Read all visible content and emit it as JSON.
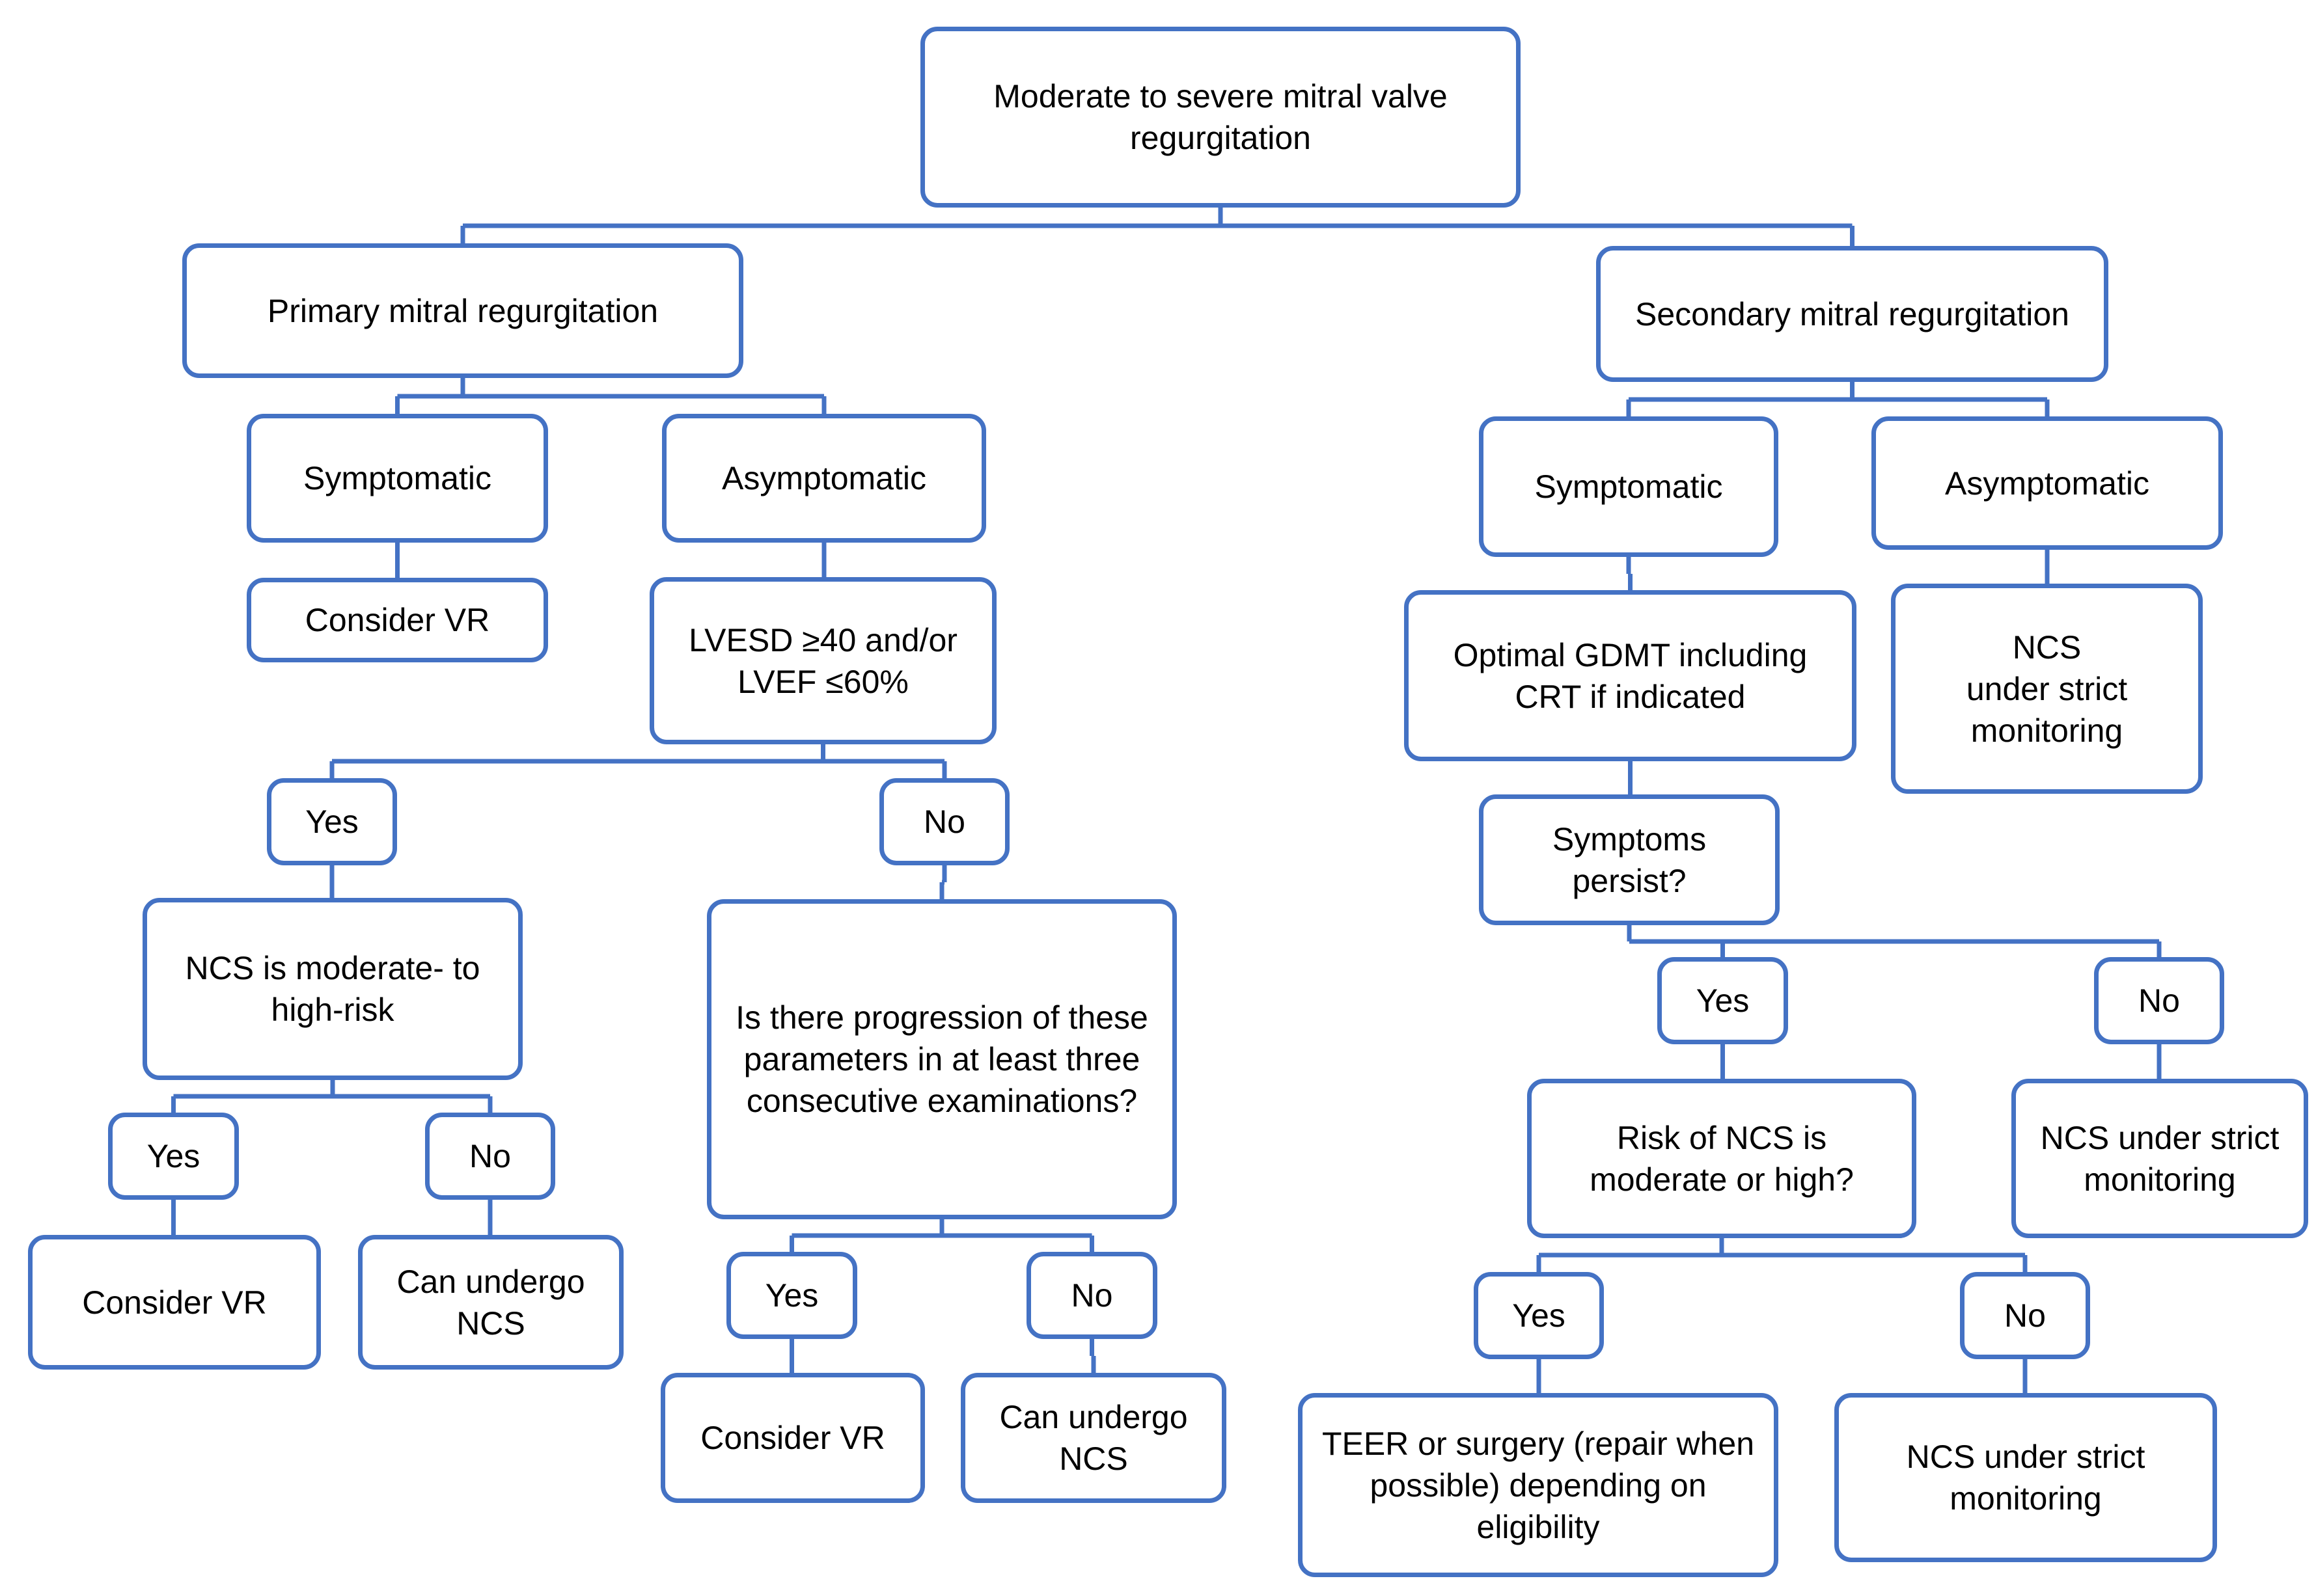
{
  "diagram": {
    "line_color": "#4472C4",
    "nodes": [
      {
        "id": "root",
        "text": "Moderate to severe mitral valve regurgitation"
      },
      {
        "id": "primary",
        "text": "Primary mitral regurgitation"
      },
      {
        "id": "secondary",
        "text": "Secondary mitral regurgitation"
      },
      {
        "id": "p_symptomatic",
        "text": "Symptomatic"
      },
      {
        "id": "p_asymptomatic",
        "text": "Asymptomatic"
      },
      {
        "id": "p_consider_vr_1",
        "text": "Consider VR"
      },
      {
        "id": "lvesd",
        "text": "LVESD ≥40 and/or LVEF ≤60%"
      },
      {
        "id": "lv_yes",
        "text": "Yes"
      },
      {
        "id": "lv_no",
        "text": "No"
      },
      {
        "id": "ncs_mod_high",
        "text": "NCS is moderate- to high-risk"
      },
      {
        "id": "progression",
        "text": "Is there progression of these parameters in at least three consecutive examinations?"
      },
      {
        "id": "ncs_yes",
        "text": "Yes"
      },
      {
        "id": "ncs_no",
        "text": "No"
      },
      {
        "id": "p_consider_vr_2",
        "text": "Consider VR"
      },
      {
        "id": "p_can_undergo_1",
        "text": "Can undergo NCS"
      },
      {
        "id": "prog_yes",
        "text": "Yes"
      },
      {
        "id": "prog_no",
        "text": "No"
      },
      {
        "id": "p_consider_vr_3",
        "text": "Consider VR"
      },
      {
        "id": "p_can_undergo_2",
        "text": "Can undergo NCS"
      },
      {
        "id": "s_symptomatic",
        "text": "Symptomatic"
      },
      {
        "id": "s_asymptomatic",
        "text": "Asymptomatic"
      },
      {
        "id": "gdmt",
        "text": "Optimal GDMT including CRT if indicated"
      },
      {
        "id": "s_ncs_strict_1",
        "text": "NCS\nunder strict monitoring"
      },
      {
        "id": "persist",
        "text": "Symptoms persist?"
      },
      {
        "id": "persist_yes",
        "text": "Yes"
      },
      {
        "id": "persist_no",
        "text": "No"
      },
      {
        "id": "risk",
        "text": "Risk of NCS is moderate or high?"
      },
      {
        "id": "s_ncs_strict_2",
        "text": "NCS under strict monitoring"
      },
      {
        "id": "risk_yes",
        "text": "Yes"
      },
      {
        "id": "risk_no",
        "text": "No"
      },
      {
        "id": "teer",
        "text": "TEER or surgery (repair when possible) depending on eligibility"
      },
      {
        "id": "s_ncs_strict_3",
        "text": "NCS under strict monitoring"
      }
    ],
    "edges": [
      [
        "root",
        "primary"
      ],
      [
        "root",
        "secondary"
      ],
      [
        "primary",
        "p_symptomatic"
      ],
      [
        "primary",
        "p_asymptomatic"
      ],
      [
        "p_symptomatic",
        "p_consider_vr_1"
      ],
      [
        "p_asymptomatic",
        "lvesd"
      ],
      [
        "lvesd",
        "lv_yes"
      ],
      [
        "lvesd",
        "lv_no"
      ],
      [
        "lv_yes",
        "ncs_mod_high"
      ],
      [
        "lv_no",
        "progression"
      ],
      [
        "ncs_mod_high",
        "ncs_yes"
      ],
      [
        "ncs_mod_high",
        "ncs_no"
      ],
      [
        "ncs_yes",
        "p_consider_vr_2"
      ],
      [
        "ncs_no",
        "p_can_undergo_1"
      ],
      [
        "progression",
        "prog_yes"
      ],
      [
        "progression",
        "prog_no"
      ],
      [
        "prog_yes",
        "p_consider_vr_3"
      ],
      [
        "prog_no",
        "p_can_undergo_2"
      ],
      [
        "secondary",
        "s_symptomatic"
      ],
      [
        "secondary",
        "s_asymptomatic"
      ],
      [
        "s_symptomatic",
        "gdmt"
      ],
      [
        "s_asymptomatic",
        "s_ncs_strict_1"
      ],
      [
        "gdmt",
        "persist"
      ],
      [
        "persist",
        "persist_yes"
      ],
      [
        "persist",
        "persist_no"
      ],
      [
        "persist_yes",
        "risk"
      ],
      [
        "persist_no",
        "s_ncs_strict_2"
      ],
      [
        "risk",
        "risk_yes"
      ],
      [
        "risk",
        "risk_no"
      ],
      [
        "risk_yes",
        "teer"
      ],
      [
        "risk_no",
        "s_ncs_strict_3"
      ]
    ]
  }
}
